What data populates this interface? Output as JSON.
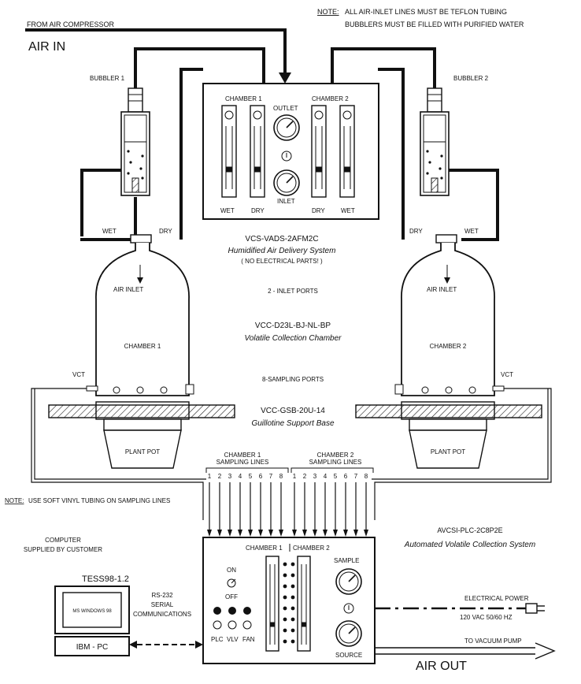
{
  "header": {
    "from_compressor": "FROM AIR COMPRESSOR",
    "air_in": "AIR IN",
    "note_label": "NOTE:",
    "note_line1": "ALL AIR-INLET LINES MUST BE TEFLON TUBING",
    "note_line2": "BUBBLERS MUST BE FILLED WITH PURIFIED WATER"
  },
  "bubblers": {
    "left": "BUBBLER 1",
    "right": "BUBBLER 2"
  },
  "humidifier_panel": {
    "chamber1": "CHAMBER 1",
    "chamber2": "CHAMBER 2",
    "outlet": "OUTLET",
    "inlet": "INLET",
    "wet": "WET",
    "dry": "DRY"
  },
  "delivery_system": {
    "model": "VCS-VADS-2AFM2C",
    "name": "Humidified Air Delivery System",
    "note": "( NO ELECTRICAL PARTS! )"
  },
  "chambers": {
    "air_inlet": "AIR INLET",
    "chamber1": "CHAMBER 1",
    "chamber2": "CHAMBER 2",
    "vct": "VCT",
    "plant_pot": "PLANT POT",
    "inlet_ports": "2 - INLET PORTS",
    "collection_model": "VCC-D23L-BJ-NL-BP",
    "collection_name": "Volatile Collection Chamber",
    "sampling_ports": "8-SAMPLING PORTS",
    "base_model": "VCC-GSB-20U-14",
    "base_name": "Guillotine Support Base"
  },
  "sampling_lines": {
    "ch1_title": "CHAMBER 1",
    "ch2_title": "CHAMBER 2",
    "lines_label": "SAMPLING LINES",
    "numbers": [
      "1",
      "2",
      "3",
      "4",
      "5",
      "6",
      "7",
      "8"
    ]
  },
  "tubing_note": {
    "label": "NOTE:",
    "text": "USE SOFT VINYL TUBING ON SAMPLING LINES"
  },
  "computer": {
    "line1": "COMPUTER",
    "line2": "SUPPLIED BY CUSTOMER",
    "software": "TESS98-1.2",
    "screen": "MS WINDOWS 98",
    "pc": "IBM - PC",
    "rs232": "RS-232",
    "serial": "SERIAL",
    "comms": "COMMUNICATIONS"
  },
  "automation": {
    "model": "AVCSI-PLC-2C8P2E",
    "name": "Automated Volatile Collection System",
    "chamber1": "CHAMBER 1",
    "chamber2": "CHAMBER 2",
    "on": "ON",
    "off": "OFF",
    "plc": "PLC",
    "vlv": "VLV",
    "fan": "FAN",
    "sample": "SAMPLE",
    "source": "SOURCE"
  },
  "power": {
    "label": "ELECTRICAL POWER",
    "spec": "120 VAC 50/60 HZ"
  },
  "vacuum": {
    "label": "TO VACUUM PUMP",
    "air_out": "AIR OUT"
  }
}
